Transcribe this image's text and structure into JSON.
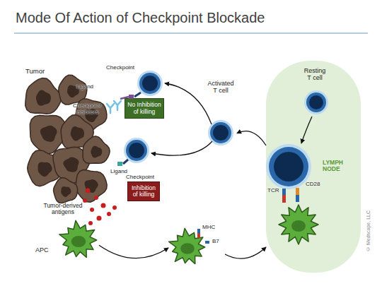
{
  "diagram": {
    "title": "Mode Of Action of Checkpoint Blockade",
    "nodes": [
      {
        "text": [
          "Tumor"
        ]
      },
      {
        "text": [
          "No Inhibition of killing"
        ]
      },
      {
        "text": [
          "Activated T cell"
        ]
      },
      {
        "text": [
          "LYMPH NODE"
        ]
      },
      {
        "text": [
          "Resting T cell"
        ],
        "in": 3
      },
      {
        "text": [
          "Inhibition of killing"
        ]
      },
      {
        "text": [
          "APC"
        ]
      },
      {
        "text": [
          "MHC",
          "B7"
        ]
      }
    ],
    "edges": [
      {
        "from": 3,
        "to": 2,
        "arrow": "to"
      },
      {
        "from": 6,
        "to": 7,
        "arrow": "to"
      },
      {
        "from": 7,
        "to": 3,
        "arrow": "to"
      }
    ],
    "labels": [
      "Checkpoint",
      "Ligand",
      "Checkpoint Inhibitors",
      "Ligand",
      "Checkpoint",
      "Tumor-derived antigens",
      "TCR",
      "CD28",
      "© Medscape, LLC"
    ]
  }
}
